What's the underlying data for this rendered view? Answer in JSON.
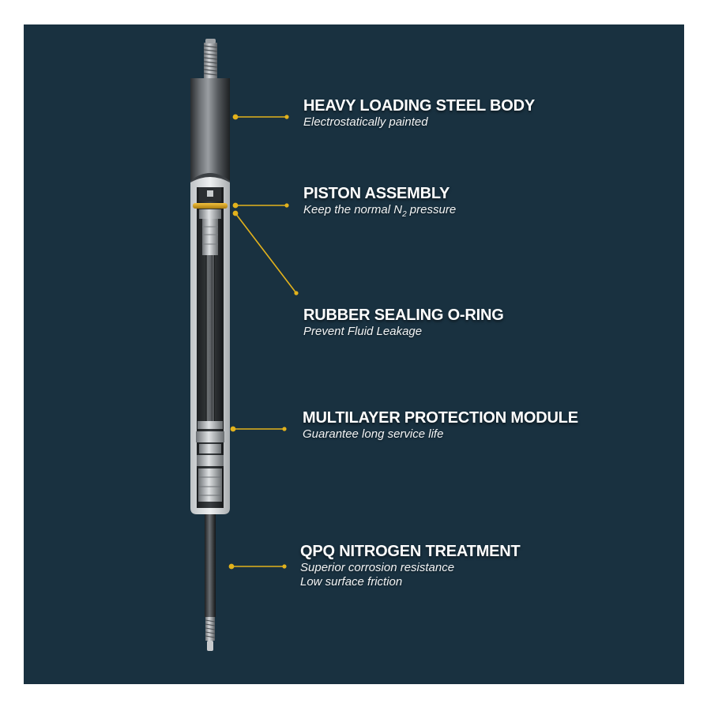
{
  "colors": {
    "background": "#193140",
    "leader_line": "#e2b21c",
    "o_ring": "#e0a820",
    "text": "#ffffff"
  },
  "callouts": [
    {
      "title": "HEAVY LOADING STEEL BODY",
      "desc_lines": [
        "Electrostatically painted"
      ]
    },
    {
      "title": "PISTON ASSEMBLY",
      "desc_prefix": "Keep the normal N",
      "desc_sub": "2",
      "desc_suffix": " pressure"
    },
    {
      "title": "RUBBER SEALING O-RING",
      "desc_lines": [
        "Prevent Fluid Leakage"
      ]
    },
    {
      "title": "MULTILAYER PROTECTION MODULE",
      "desc_lines": [
        "Guarantee long service life"
      ]
    },
    {
      "title": "QPQ NITROGEN TREATMENT",
      "desc_lines": [
        "Superior  corrosion resistance",
        "Low surface friction"
      ]
    }
  ]
}
